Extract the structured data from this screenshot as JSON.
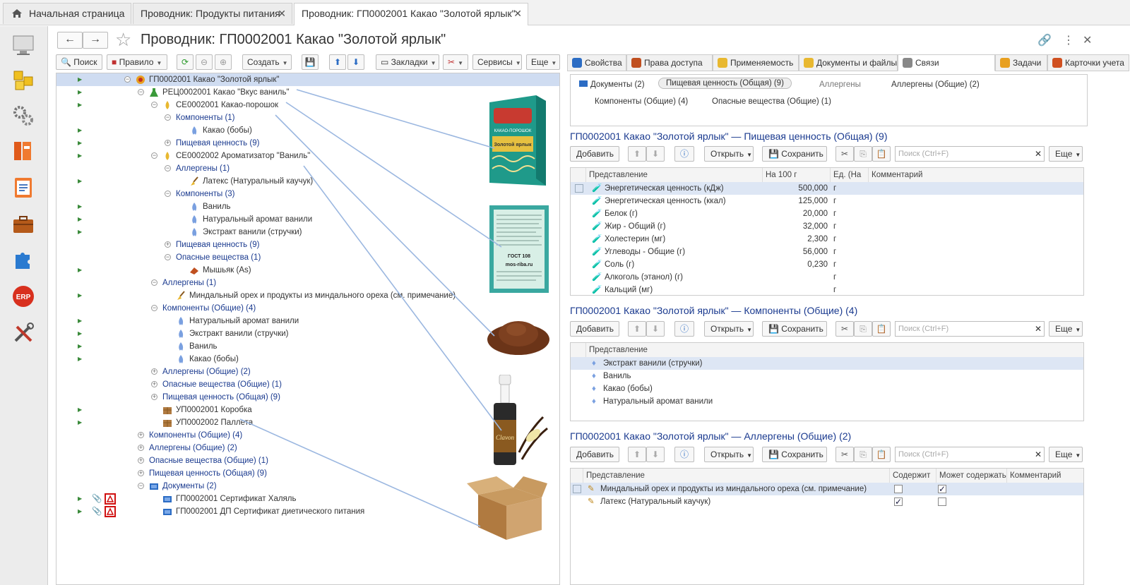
{
  "tabs": {
    "home": "Начальная страница",
    "t1": "Проводник: Продукты питания",
    "t2": "Проводник: ГП0002001 Какао \"Золотой ярлык\"",
    "close": "✕"
  },
  "page": {
    "title": "Проводник: ГП0002001 Какао \"Золотой ярлык\""
  },
  "toolbar": {
    "search": "Поиск",
    "rule": "Правило",
    "create": "Создать",
    "bookmarks": "Закладки",
    "services": "Сервисы",
    "more": "Еще"
  },
  "tree": [
    {
      "label": "ГП0002001 Какао \"Золотой ярлык\"",
      "indent": 0,
      "pm": "−",
      "icon": "product",
      "blue": false,
      "arrow": true,
      "sel": true
    },
    {
      "label": "РЕЦ0002001 Какао \"Вкус ваниль\"",
      "indent": 1,
      "pm": "−",
      "icon": "recipe",
      "blue": false,
      "arrow": true
    },
    {
      "label": "СЕ0002001 Какао-порошок",
      "indent": 2,
      "pm": "−",
      "icon": "drop",
      "blue": false,
      "arrow": true
    },
    {
      "label": "Компоненты (1)",
      "indent": 3,
      "pm": "−",
      "icon": "",
      "blue": true,
      "arrow": false
    },
    {
      "label": "Какао (бобы)",
      "indent": 4,
      "pm": "",
      "icon": "flame",
      "blue": false,
      "arrow": true
    },
    {
      "label": "Пищевая ценность (9)",
      "indent": 3,
      "pm": "+",
      "icon": "",
      "blue": true,
      "arrow": true
    },
    {
      "label": "СЕ0002002 Ароматизатор \"Ваниль\"",
      "indent": 2,
      "pm": "−",
      "icon": "drop",
      "blue": false,
      "arrow": true
    },
    {
      "label": "Аллергены (1)",
      "indent": 3,
      "pm": "−",
      "icon": "",
      "blue": true,
      "arrow": false
    },
    {
      "label": "Латекс (Натуральный каучук)",
      "indent": 4,
      "pm": "",
      "icon": "broom",
      "blue": false,
      "arrow": true
    },
    {
      "label": "Компоненты (3)",
      "indent": 3,
      "pm": "−",
      "icon": "",
      "blue": true,
      "arrow": false
    },
    {
      "label": "Ваниль",
      "indent": 4,
      "pm": "",
      "icon": "flame",
      "blue": false,
      "arrow": true
    },
    {
      "label": "Натуральный аромат ванили",
      "indent": 4,
      "pm": "",
      "icon": "flame",
      "blue": false,
      "arrow": true
    },
    {
      "label": "Экстракт ванили (стручки)",
      "indent": 4,
      "pm": "",
      "icon": "flame",
      "blue": false,
      "arrow": true
    },
    {
      "label": "Пищевая ценность (9)",
      "indent": 3,
      "pm": "+",
      "icon": "",
      "blue": true,
      "arrow": false
    },
    {
      "label": "Опасные вещества (1)",
      "indent": 3,
      "pm": "−",
      "icon": "",
      "blue": true,
      "arrow": false
    },
    {
      "label": "Мышьяк (As)",
      "indent": 4,
      "pm": "",
      "icon": "hazard",
      "blue": false,
      "arrow": true
    },
    {
      "label": "Аллергены (1)",
      "indent": 2,
      "pm": "−",
      "icon": "",
      "blue": true,
      "arrow": false
    },
    {
      "label": "Миндальный орех и продукты из миндального ореха (см. примечание)",
      "indent": 3,
      "pm": "",
      "icon": "broom",
      "blue": false,
      "arrow": true
    },
    {
      "label": "Компоненты (Общие) (4)",
      "indent": 2,
      "pm": "−",
      "icon": "",
      "blue": true,
      "arrow": false
    },
    {
      "label": "Натуральный аромат ванили",
      "indent": 3,
      "pm": "",
      "icon": "flame",
      "blue": false,
      "arrow": true
    },
    {
      "label": "Экстракт ванили (стручки)",
      "indent": 3,
      "pm": "",
      "icon": "flame",
      "blue": false,
      "arrow": true
    },
    {
      "label": "Ваниль",
      "indent": 3,
      "pm": "",
      "icon": "flame",
      "blue": false,
      "arrow": true
    },
    {
      "label": "Какао (бобы)",
      "indent": 3,
      "pm": "",
      "icon": "flame",
      "blue": false,
      "arrow": true
    },
    {
      "label": "Аллергены (Общие) (2)",
      "indent": 2,
      "pm": "+",
      "icon": "",
      "blue": true,
      "arrow": false
    },
    {
      "label": "Опасные вещества (Общие) (1)",
      "indent": 2,
      "pm": "+",
      "icon": "",
      "blue": true,
      "arrow": false
    },
    {
      "label": "Пищевая ценность (Общая) (9)",
      "indent": 2,
      "pm": "+",
      "icon": "",
      "blue": true,
      "arrow": false
    },
    {
      "label": "УП0002001 Коробка",
      "indent": 2,
      "pm": "",
      "icon": "box",
      "blue": false,
      "arrow": true
    },
    {
      "label": "УП0002002 Паллета",
      "indent": 2,
      "pm": "",
      "icon": "box",
      "blue": false,
      "arrow": true
    },
    {
      "label": "Компоненты (Общие) (4)",
      "indent": 1,
      "pm": "+",
      "icon": "",
      "blue": true,
      "arrow": false
    },
    {
      "label": "Аллергены (Общие) (2)",
      "indent": 1,
      "pm": "+",
      "icon": "",
      "blue": true,
      "arrow": false
    },
    {
      "label": "Опасные вещества (Общие) (1)",
      "indent": 1,
      "pm": "+",
      "icon": "",
      "blue": true,
      "arrow": false
    },
    {
      "label": "Пищевая ценность (Общая) (9)",
      "indent": 1,
      "pm": "+",
      "icon": "",
      "blue": true,
      "arrow": false
    },
    {
      "label": "Документы (2)",
      "indent": 1,
      "pm": "−",
      "icon": "doc",
      "blue": true,
      "arrow": false
    },
    {
      "label": "ГП0002001 Сертификат Халяль",
      "indent": 2,
      "pm": "",
      "icon": "doc",
      "blue": false,
      "arrow": true,
      "pdf": true
    },
    {
      "label": "ГП0002001 ДП Сертификат диетического питания",
      "indent": 2,
      "pm": "",
      "icon": "doc",
      "blue": false,
      "arrow": true,
      "pdf": true
    }
  ],
  "images": {
    "pack_brand": "Золотой ярлык",
    "pack_type": "КАКАО-ПОРОШОК",
    "label_gost": "ГОСТ 108",
    "label_site": "mos-riba.ru",
    "bottle_brand": "Clavon"
  },
  "rtabs": [
    "Свойства",
    "Права доступа",
    "Применяемость",
    "Документы и файлы",
    "Связи",
    "Задачи",
    "Карточки учета"
  ],
  "links": {
    "docs": "Документы  (2)",
    "nutr": "Пищевая ценность (Общая) (9)",
    "allergens": "Аллергены",
    "allergens_common": "Аллергены (Общие) (2)",
    "components": "Компоненты (Общие) (4)",
    "hazards": "Опасные вещества (Общие) (1)"
  },
  "sectionbar": {
    "add": "Добавить",
    "open": "Открыть",
    "save": "Сохранить",
    "search": "Поиск (Ctrl+F)",
    "more": "Еще",
    "clear": "✕"
  },
  "s1": {
    "title": "ГП0002001 Какао \"Золотой ярлык\" — Пищевая ценность (Общая) (9)",
    "cols": [
      "Представление",
      "На 100 г",
      "Ед. (На ...",
      "Комментарий"
    ],
    "rows": [
      [
        "Энергетическая ценность (кДж)",
        "500,000",
        "г"
      ],
      [
        "Энергетическая ценность (ккал)",
        "125,000",
        "г"
      ],
      [
        "Белок (г)",
        "20,000",
        "г"
      ],
      [
        "Жир - Общий (г)",
        "32,000",
        "г"
      ],
      [
        "Холестерин (мг)",
        "2,300",
        "г"
      ],
      [
        "Углеводы - Общие (г)",
        "56,000",
        "г"
      ],
      [
        "Соль (г)",
        "0,230",
        "г"
      ],
      [
        "Алкоголь (этанол) (г)",
        "",
        "г"
      ],
      [
        "Кальций (мг)",
        "",
        "г"
      ]
    ]
  },
  "s2": {
    "title": "ГП0002001 Какао \"Золотой ярлык\" — Компоненты (Общие) (4)",
    "cols": [
      "Представление"
    ],
    "rows": [
      "Экстракт ванили (стручки)",
      "Ваниль",
      "Какао (бобы)",
      "Натуральный аромат ванили"
    ]
  },
  "s3": {
    "title": "ГП0002001 Какао \"Золотой ярлык\" — Аллергены (Общие) (2)",
    "cols": [
      "Представление",
      "Содержит",
      "Может содержать",
      "Комментарий"
    ],
    "rows": [
      {
        "name": "Миндальный орех и продукты из миндального ореха (см. примечание)",
        "contains": false,
        "may": true
      },
      {
        "name": "Латекс (Натуральный каучук)",
        "contains": true,
        "may": false
      }
    ]
  },
  "colors": {
    "blue": "#1a3a8f",
    "green": "#3a8a3a",
    "selection": "#cfdcf1",
    "accent": "#2b6cc4"
  }
}
